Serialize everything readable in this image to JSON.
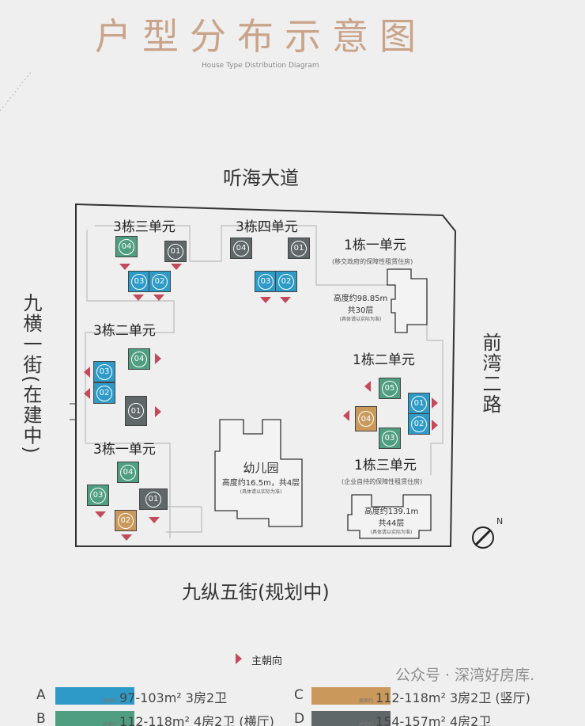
{
  "title": "户型分布示意图",
  "subtitle": "House Type Distribution Diagram",
  "roads": {
    "north": "听海大道",
    "west": "九横一街(在建中)",
    "east": "前湾二路",
    "south": "九纵五街(规划中)"
  },
  "buildings": {
    "b3u3": {
      "label": "3栋三单元",
      "units": [
        "04",
        "01",
        "03",
        "02"
      ]
    },
    "b3u4": {
      "label": "3栋四单元",
      "units": [
        "04",
        "01",
        "03",
        "02"
      ]
    },
    "b3u2": {
      "label": "3栋二单元",
      "units": [
        "04",
        "03",
        "02",
        "01"
      ]
    },
    "b3u1": {
      "label": "3栋一单元",
      "units": [
        "04",
        "03",
        "01",
        "02"
      ]
    },
    "b1u2": {
      "label": "1栋二单元",
      "units": [
        "05",
        "01",
        "02",
        "04",
        "03"
      ]
    },
    "b1u1": {
      "label": "1栋一单元",
      "sub": "(移交政府的保障性租赁住房)",
      "height": "高度约98.85m",
      "floors": "共30层",
      "note": "(具体请以实际为准)"
    },
    "b1u3": {
      "label": "1栋三单元",
      "sub": "(企业自持的保障性租赁住房)",
      "height": "高度约139.1m",
      "floors": "共44层",
      "note": "(具体请以实际为准)"
    },
    "kindergarten": {
      "label": "幼儿园",
      "height": "高度约16.5m，共4层",
      "note": "(具体请以实际为准)"
    }
  },
  "compass": "N",
  "legend": {
    "orientation": "主朝向",
    "prefix": "建面约",
    "items": [
      {
        "letter": "A",
        "color": "#2e9ac8",
        "text": "97-103m² 3房2卫"
      },
      {
        "letter": "B",
        "color": "#4f9e82",
        "text": "112-118m² 4房2卫 (横厅)"
      },
      {
        "letter": "C",
        "color": "#c9985a",
        "text": "112-118m² 3房2卫 (竖厅)"
      },
      {
        "letter": "D",
        "color": "#5f6769",
        "text": "154-157m² 4房2卫"
      }
    ]
  },
  "watermark": "公众号 · 深湾好房库."
}
